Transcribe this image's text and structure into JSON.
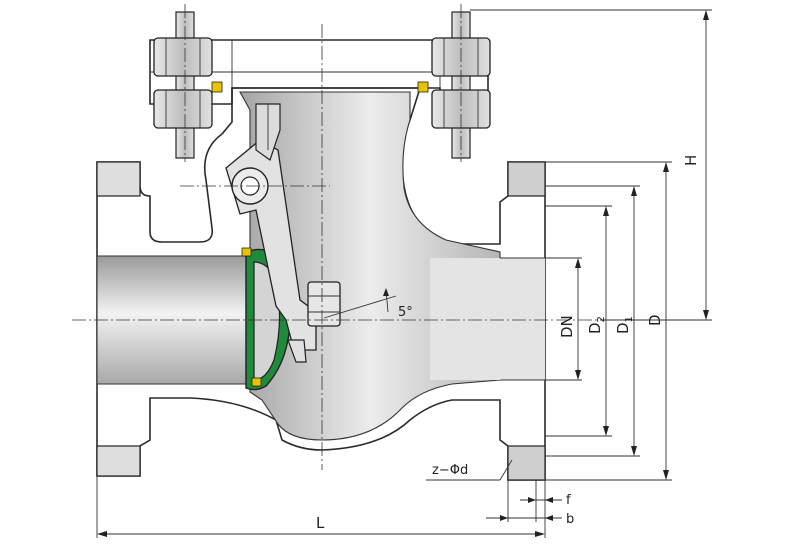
{
  "labels": {
    "H": "H",
    "D": "D",
    "D1_main": "D",
    "D1_sub": "1",
    "D2_main": "D",
    "D2_sub": "2",
    "DN": "DN",
    "L": "L",
    "f": "f",
    "b": "b",
    "bolt_holes": "z−Φd",
    "angle": "5°"
  },
  "colors": {
    "disc_seal": "#1f8a3c",
    "gasket": "#e8c400",
    "body_fill": "#d8d8d8",
    "line": "#2a2a2a"
  }
}
